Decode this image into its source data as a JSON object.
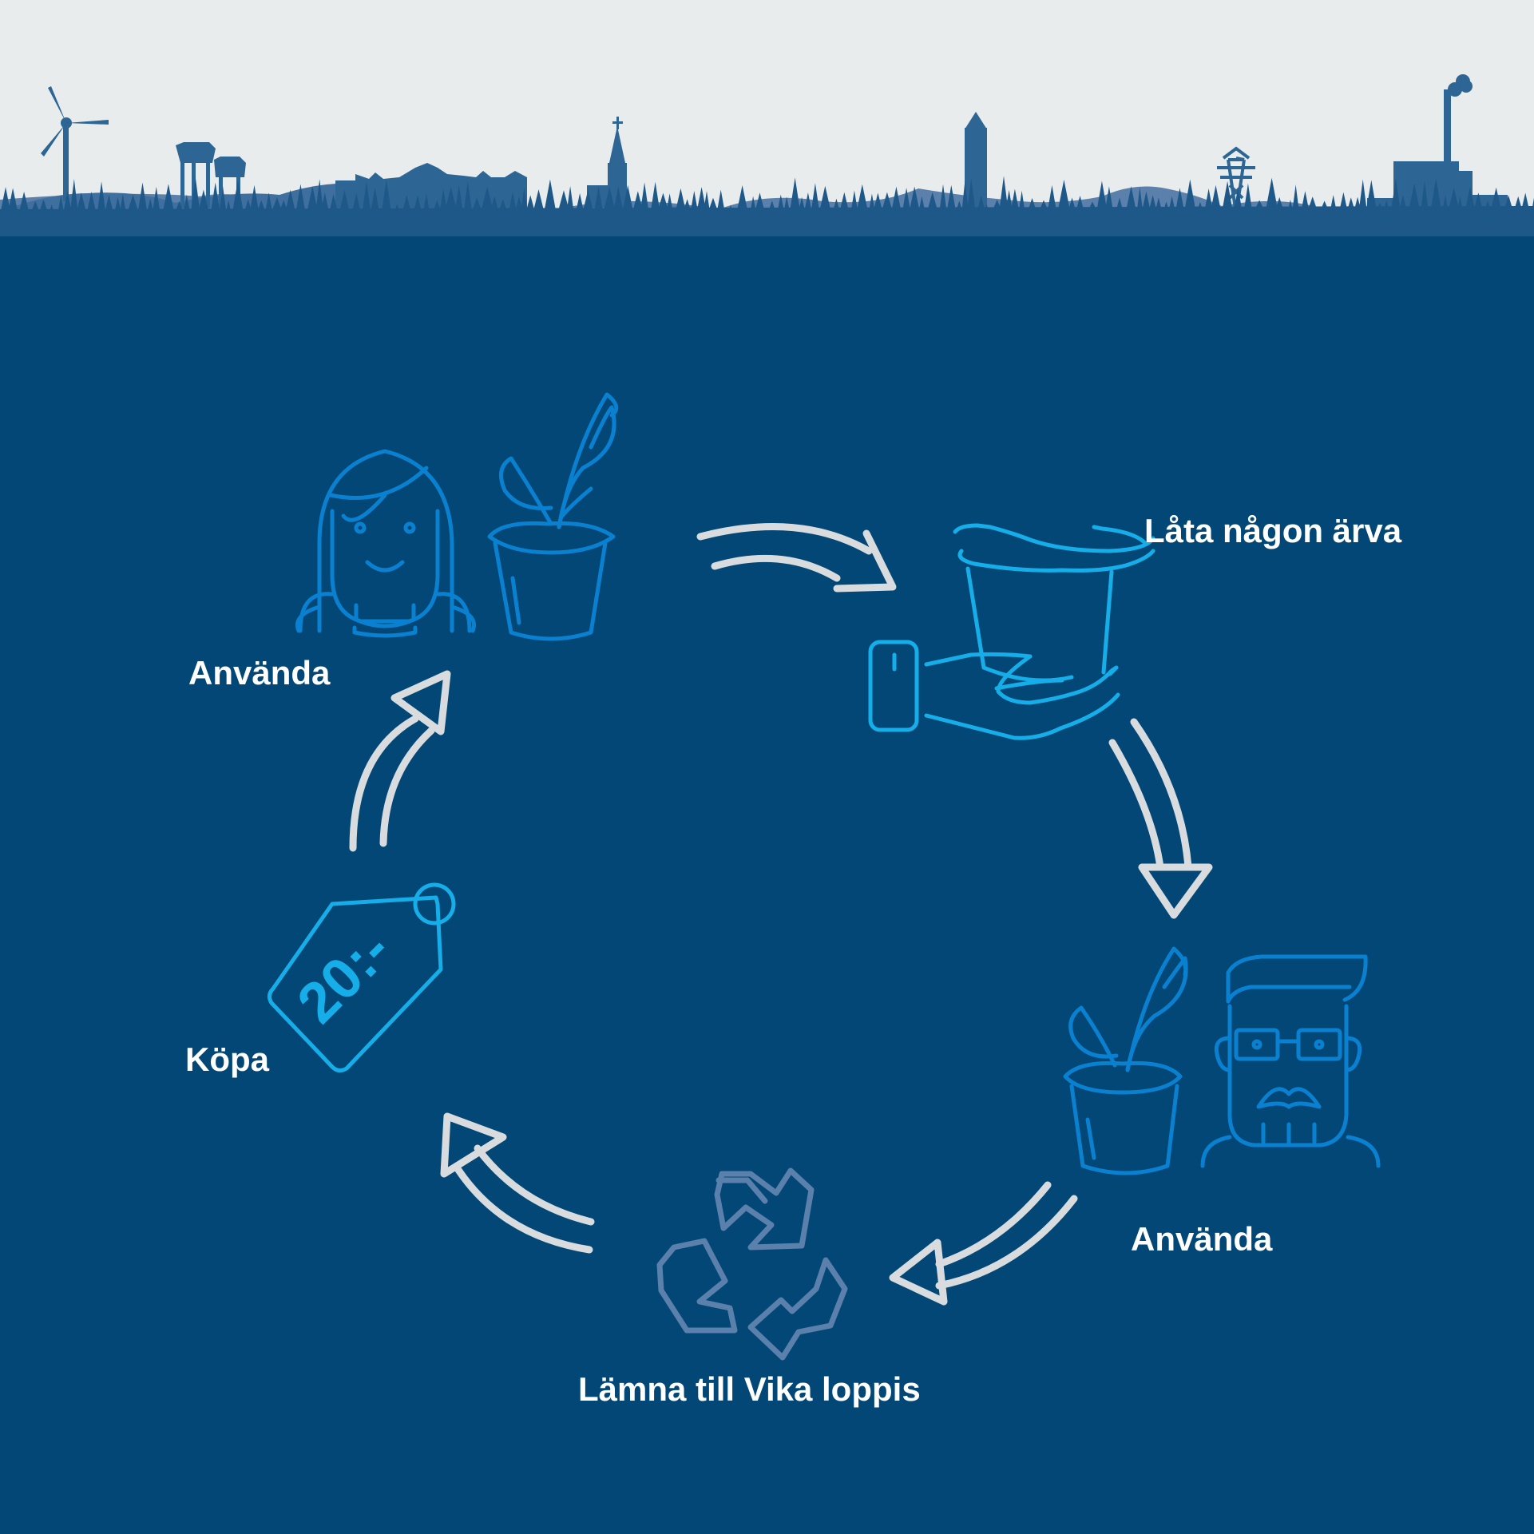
{
  "colors": {
    "sky": "#e8ecec",
    "deep_blue": "#024775",
    "mountain_far": "#5a80ab",
    "mountain_mid": "#3e6f9e",
    "skyline": "#2d6594",
    "forest": "#1d5888",
    "arrow": "#d9dcde",
    "icon_blue": "#0a80d0",
    "icon_light": "#16aee8",
    "recycle": "#5a80ab",
    "label": "#ffffff"
  },
  "steps": {
    "use_first": "Använda",
    "let_inherit": "Låta någon ärva",
    "use_second": "Använda",
    "leave_to_flea_market": "Lämna till Vika loppis",
    "buy": "Köpa"
  },
  "price_tag": {
    "price": "20:-"
  },
  "icons": {
    "woman": "woman-icon",
    "plant": "potted-plant-icon",
    "hand_pot": "hand-giving-pot-icon",
    "bearded_man": "bearded-man-icon",
    "recycle": "recycle-icon",
    "price_tag": "price-tag-icon"
  }
}
